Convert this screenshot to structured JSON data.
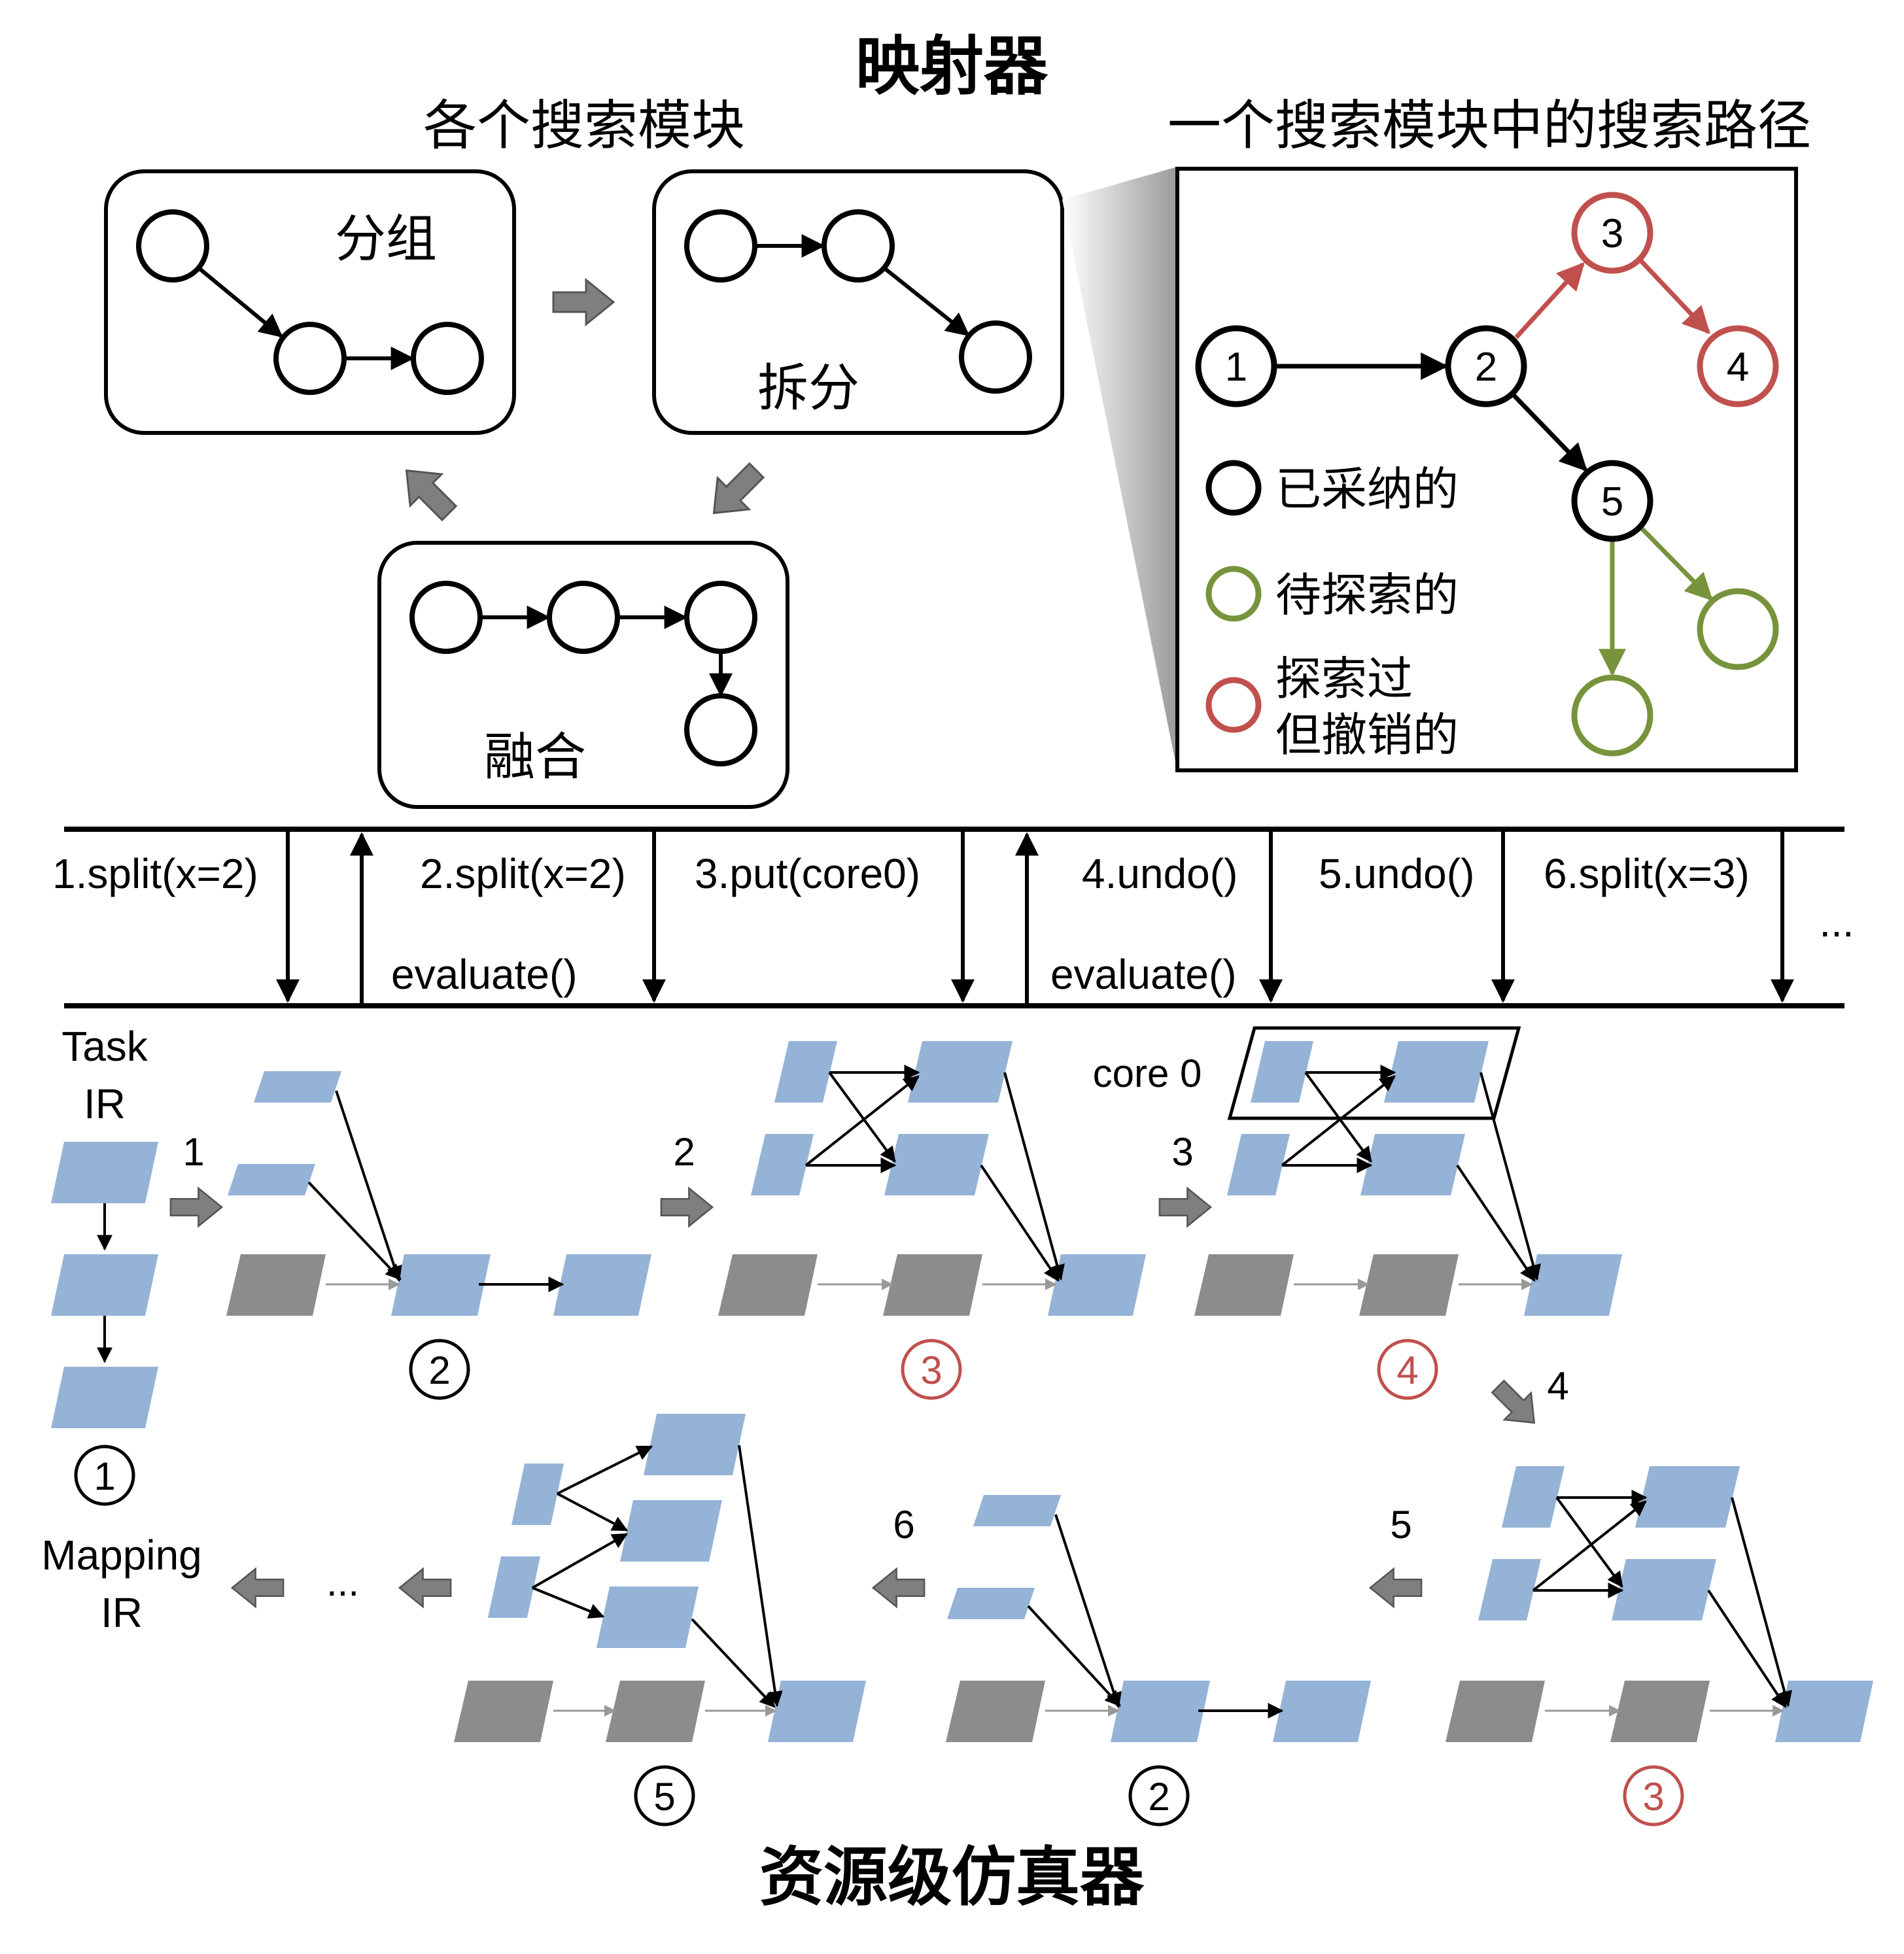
{
  "mapper": {
    "title": "映射器",
    "modules_heading": "各个搜索模块",
    "path_heading": "一个搜索模块中的搜索路径",
    "module_group": "分组",
    "module_split": "拆分",
    "module_fuse": "融合",
    "path_nodes": [
      "1",
      "2",
      "3",
      "4",
      "5"
    ],
    "legend": {
      "adopted": "已采纳的",
      "to_explore": "待探索的",
      "revoked_line1": "探索过",
      "revoked_line2": "但撤销的"
    }
  },
  "timeline": {
    "commands": [
      "1.split(x=2)",
      "2.split(x=2)",
      "3.put(core0)",
      "4.undo()",
      "5.undo()",
      "6.split(x=3)"
    ],
    "evaluate": [
      "evaluate()",
      "evaluate()"
    ],
    "more": "..."
  },
  "simulator": {
    "title": "资源级仿真器",
    "task_ir_line1": "Task",
    "task_ir_line2": "IR",
    "mapping_ir_line1": "Mapping",
    "mapping_ir_line2": "IR",
    "core_label": "core 0",
    "steps": [
      "1",
      "2",
      "3",
      "4",
      "5",
      "6"
    ],
    "states": [
      "1",
      "2",
      "3",
      "4",
      "3",
      "2",
      "5"
    ],
    "more": "..."
  },
  "colors": {
    "adopted": "#000000",
    "to_explore": "#77933c",
    "revoked": "#c0504d",
    "task_block": "#95b3d7",
    "resource_block": "#8c8c8c",
    "step_arrow": "#7f7f7f"
  }
}
